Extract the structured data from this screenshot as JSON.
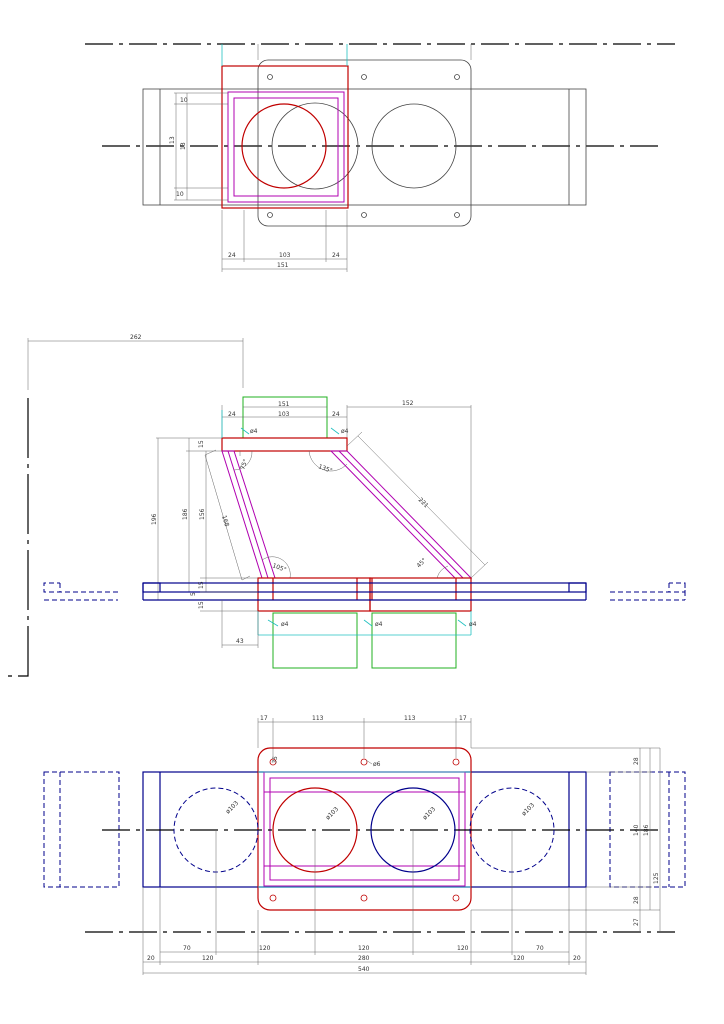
{
  "view_top": {
    "dims": {
      "d10a": "10",
      "d13a": "13",
      "d13b": "13",
      "d10b": "10",
      "d24a": "24",
      "d103": "103",
      "d24b": "24",
      "d151": "151"
    }
  },
  "view_side": {
    "dims": {
      "d262": "262",
      "d151": "151",
      "d24a": "24",
      "d103": "103",
      "d24b": "24",
      "d152": "152",
      "d15a": "15",
      "d196": "196",
      "d186": "186",
      "d156": "156",
      "d168": "168",
      "d221": "221",
      "a75": "75°",
      "a135": "135°",
      "a105": "105°",
      "a45": "45°",
      "d15b": "15",
      "d15c": "15",
      "d5": "5",
      "d43": "43"
    },
    "notes": {
      "n1": "ø4",
      "n2": "ø4",
      "n3": "ø4",
      "n4": "ø4",
      "n5": "ø4"
    }
  },
  "view_bottom": {
    "dims": {
      "d17a": "17",
      "d113a": "113",
      "d113b": "113",
      "d17b": "17",
      "d28a": "28",
      "d140": "140",
      "d186": "186",
      "d125": "125",
      "d28b": "28",
      "d27": "27",
      "d70a": "70",
      "d120a": "120",
      "d120b": "120",
      "d120c": "120",
      "d70b": "70",
      "d20a": "20",
      "d120d": "120",
      "d280": "280",
      "d120e": "120",
      "d20b": "20",
      "d540": "540"
    },
    "notes": {
      "n6": "ø6",
      "n35": "35",
      "c1": "ø103",
      "c2": "ø103",
      "c3": "ø103",
      "c4": "ø103"
    }
  }
}
